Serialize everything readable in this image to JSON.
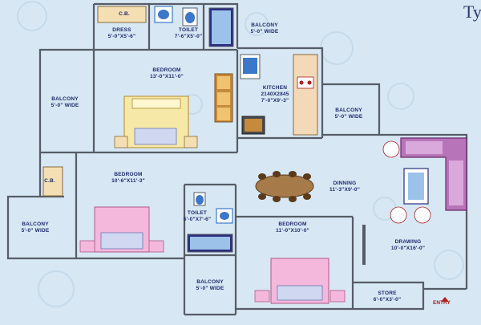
{
  "plan_title": "Ty",
  "rooms": {
    "dress": {
      "name": "DRESS",
      "size": "5'-0\"X5'-6\""
    },
    "cb_top": {
      "name": "C.B."
    },
    "toilet_top": {
      "name": "TOILET",
      "size": "7'-6\"X5'-0\""
    },
    "balcony_top": {
      "name": "BALCONY",
      "size": "5'-0\" WIDE"
    },
    "bedroom_master": {
      "name": "BEDROOM",
      "size": "13'-0\"X11'-0\""
    },
    "kitchen": {
      "name": "KITCHEN",
      "size1": "2140X2845",
      "size2": "7'-0\"X9'-3\""
    },
    "balcony_left": {
      "name": "BALCONY",
      "size": "5'-0\" WIDE"
    },
    "balcony_kitchen": {
      "name": "BALCONY",
      "size": "5'-0\" WIDE"
    },
    "cb_left": {
      "name": "C.B."
    },
    "bedroom_second": {
      "name": "BEDROOM",
      "size": "10'-6\"X11'-3\""
    },
    "dining": {
      "name": "DINNING",
      "size": "11'-3\"X9'-0\""
    },
    "toilet_mid": {
      "name": "TOILET",
      "size": "5'-0\"X7'-6\""
    },
    "balcony_lowleft": {
      "name": "BALCONY",
      "size": "5'-0\" WIDE"
    },
    "bedroom_third": {
      "name": "BEDROOM",
      "size": "11'-0\"X10'-0\""
    },
    "drawing": {
      "name": "DRAWING",
      "size": "10'-0\"X16'-0\""
    },
    "balcony_bottom": {
      "name": "BALCONY",
      "size": "5'-0\" WIDE"
    },
    "store": {
      "name": "STORE",
      "size": "6'-0\"X3'-0\""
    }
  },
  "entry_label": "ENTRY",
  "colors": {
    "background": "#d7e7f3",
    "wall": "#565c67",
    "bed": "#f3b8dc",
    "master_bed": "#f6e9a8",
    "wood": "#c58a3c",
    "sofa": "#8a3f8c",
    "water": "#3b78c9"
  }
}
